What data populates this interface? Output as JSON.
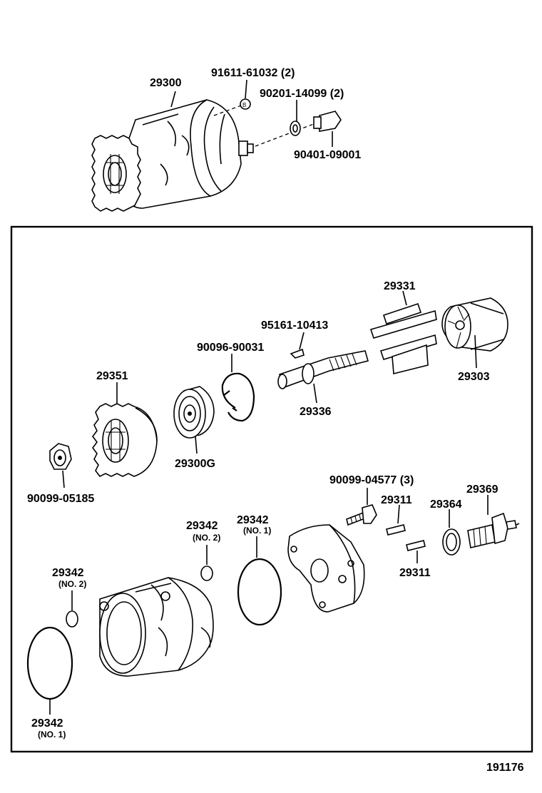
{
  "labels": {
    "assembly": "29300",
    "nut_top": "91611-61032 (2)",
    "washer_top": "90201-14099 (2)",
    "bolt_top": "90401-09001",
    "shaft_key": "95161-10413",
    "snap_ring": "90096-90031",
    "vane_plate": "29331",
    "rotor": "29303",
    "shaft": "29336",
    "gear": "29351",
    "bearing": "29300G",
    "nut_front": "90099-05185",
    "bolt_rear": "90099-04577 (3)",
    "pin_a": "29311",
    "pin_b": "29311",
    "gasket": "29364",
    "valve": "29369",
    "oring_no2_mid": "29342",
    "oring_no2_mid_sub": "(NO. 2)",
    "oring_no1_mid": "29342",
    "oring_no1_mid_sub": "(NO. 1)",
    "oring_no2_left": "29342",
    "oring_no2_left_sub": "(NO. 2)",
    "oring_no1_left": "29342",
    "oring_no1_left_sub": "(NO. 1)",
    "diagram_number": "191176"
  }
}
